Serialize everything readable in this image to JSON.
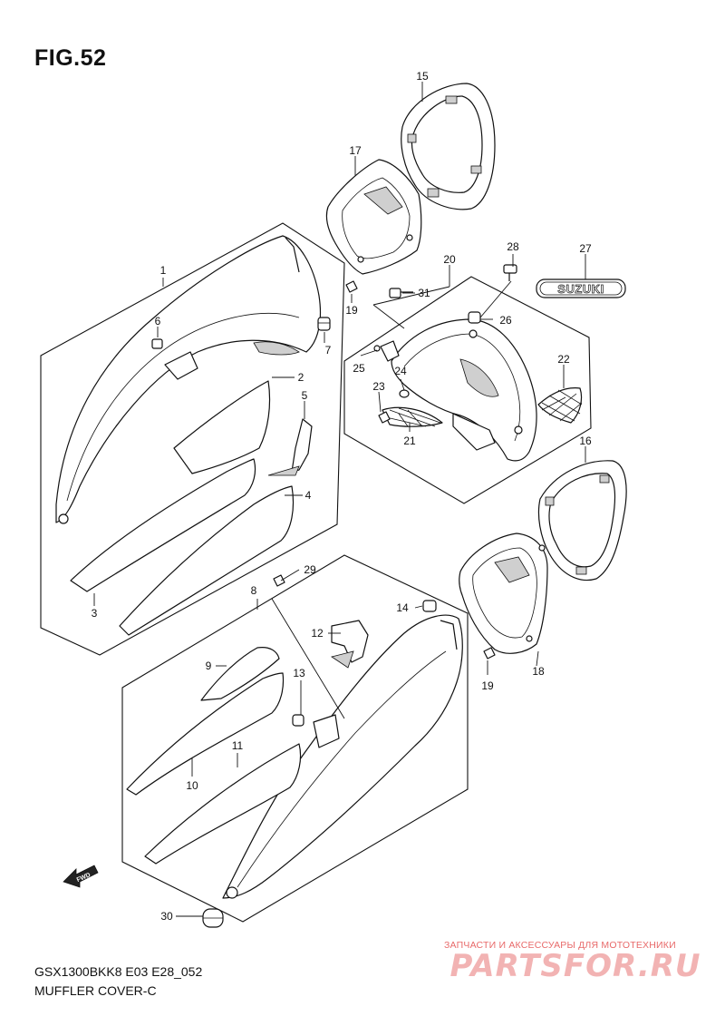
{
  "figure": {
    "title": "FIG.52"
  },
  "footer": {
    "model_code": "GSX1300BKK8 E03 E28_052",
    "section": "MUFFLER COVER-C"
  },
  "emblem": {
    "text": "SUZUKI"
  },
  "fwd_arrow": {
    "text": "FWD"
  },
  "watermark": {
    "caption": "ЗАПЧАСТИ И АКСЕССУАРЫ ДЛЯ МОТОТЕХНИКИ",
    "logo_text": "PARTSFOR.RU",
    "color": "#e86a6a"
  },
  "callouts": {
    "c1": "1",
    "c2": "2",
    "c3": "3",
    "c4": "4",
    "c5": "5",
    "c6": "6",
    "c7": "7",
    "c8": "8",
    "c9": "9",
    "c10": "10",
    "c11": "11",
    "c12": "12",
    "c13": "13",
    "c14": "14",
    "c15": "15",
    "c16": "16",
    "c17": "17",
    "c18": "18",
    "c19a": "19",
    "c19b": "19",
    "c20": "20",
    "c21": "21",
    "c22": "22",
    "c23": "23",
    "c24": "24",
    "c25": "25",
    "c26": "26",
    "c27": "27",
    "c28": "28",
    "c29": "29",
    "c30": "30",
    "c31": "31"
  }
}
